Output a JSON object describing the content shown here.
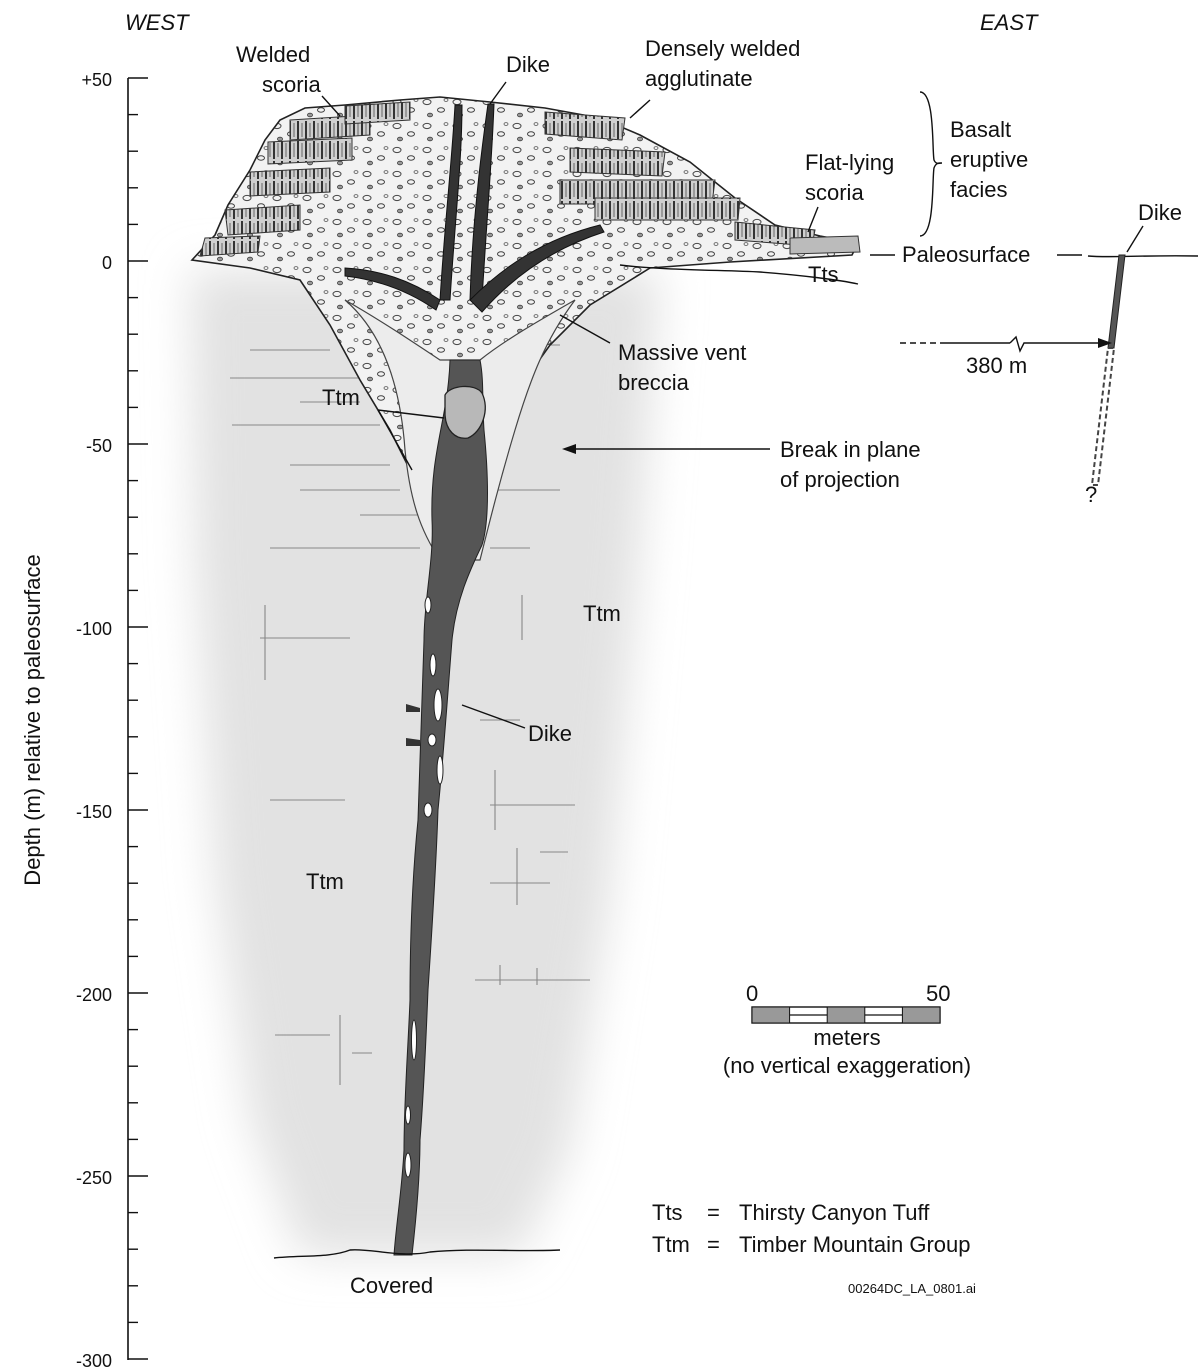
{
  "directions": {
    "west": "WEST",
    "east": "EAST"
  },
  "axis": {
    "label": "Depth (m) relative to paleosurface",
    "ticks": [
      "+50",
      "0",
      "-50",
      "-100",
      "-150",
      "-200",
      "-250",
      "-300"
    ]
  },
  "labels": {
    "welded_scoria_1": "Welded",
    "welded_scoria_2": "scoria",
    "dike_top": "Dike",
    "densely_1": "Densely welded",
    "densely_2": "agglutinate",
    "basalt_1": "Basalt",
    "basalt_2": "eruptive",
    "basalt_3": "facies",
    "flat_1": "Flat-lying",
    "flat_2": "scoria",
    "dike_east": "Dike",
    "paleosurface": "Paleosurface",
    "tts": "Tts",
    "massive_1": "Massive vent",
    "massive_2": "breccia",
    "distance": "380 m",
    "ttm_clast": "Ttm",
    "break_1": "Break in plane",
    "break_2": "of projection",
    "question": "?",
    "ttm_right": "Ttm",
    "dike_mid": "Dike",
    "ttm_left": "Ttm",
    "covered": "Covered"
  },
  "scale_bar": {
    "left_value": "0",
    "right_value": "50",
    "unit": "meters",
    "note": "(no vertical exaggeration)"
  },
  "legend": {
    "row1": {
      "abbr": "Tts",
      "eq": "=",
      "name": "Thirsty Canyon Tuff"
    },
    "row2": {
      "abbr": "Ttm",
      "eq": "=",
      "name": "Timber Mountain Group"
    }
  },
  "file_id": "00264DC_LA_0801.ai",
  "colors": {
    "dike": "#555555",
    "host_shade": "#e4e4e4",
    "breccia": "#f3f3f3"
  }
}
